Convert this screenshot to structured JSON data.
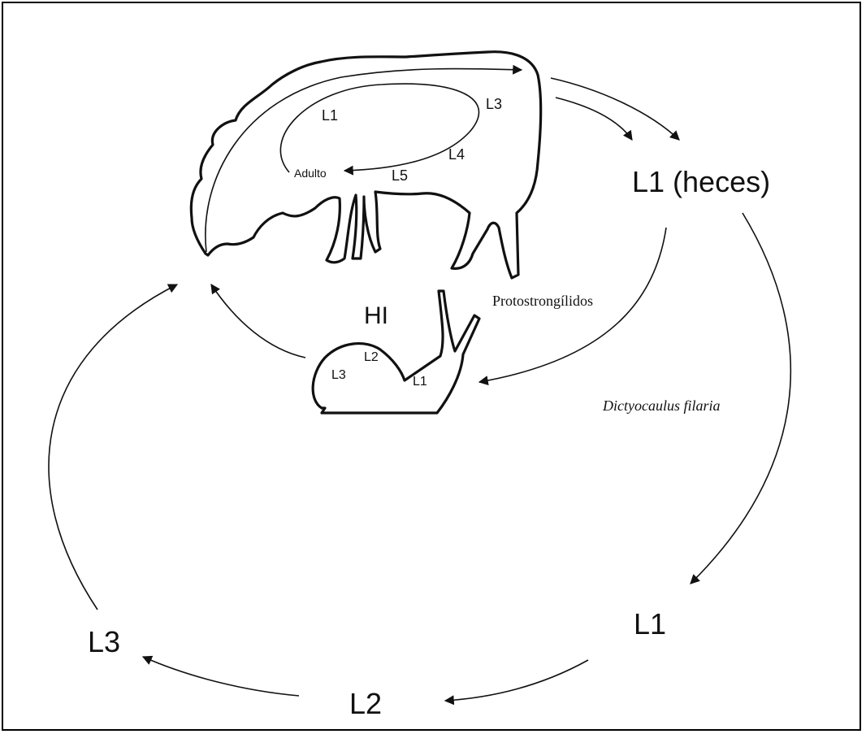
{
  "host": {
    "sheep_stages": {
      "l1": "L1",
      "l3": "L3",
      "l4": "L4",
      "l5": "L5",
      "adult": "Adulto"
    },
    "snail_label": "HI",
    "snail_stages": {
      "l1": "L1",
      "l2": "L2",
      "l3": "L3"
    }
  },
  "nodes": {
    "feces": "L1 (heces)",
    "env_l1": "L1",
    "env_l2": "L2",
    "env_l3": "L3"
  },
  "route_labels": {
    "protostrongylids": "Protostrongílidos",
    "dictyocaulus": "Dictyocaulus filaria"
  }
}
